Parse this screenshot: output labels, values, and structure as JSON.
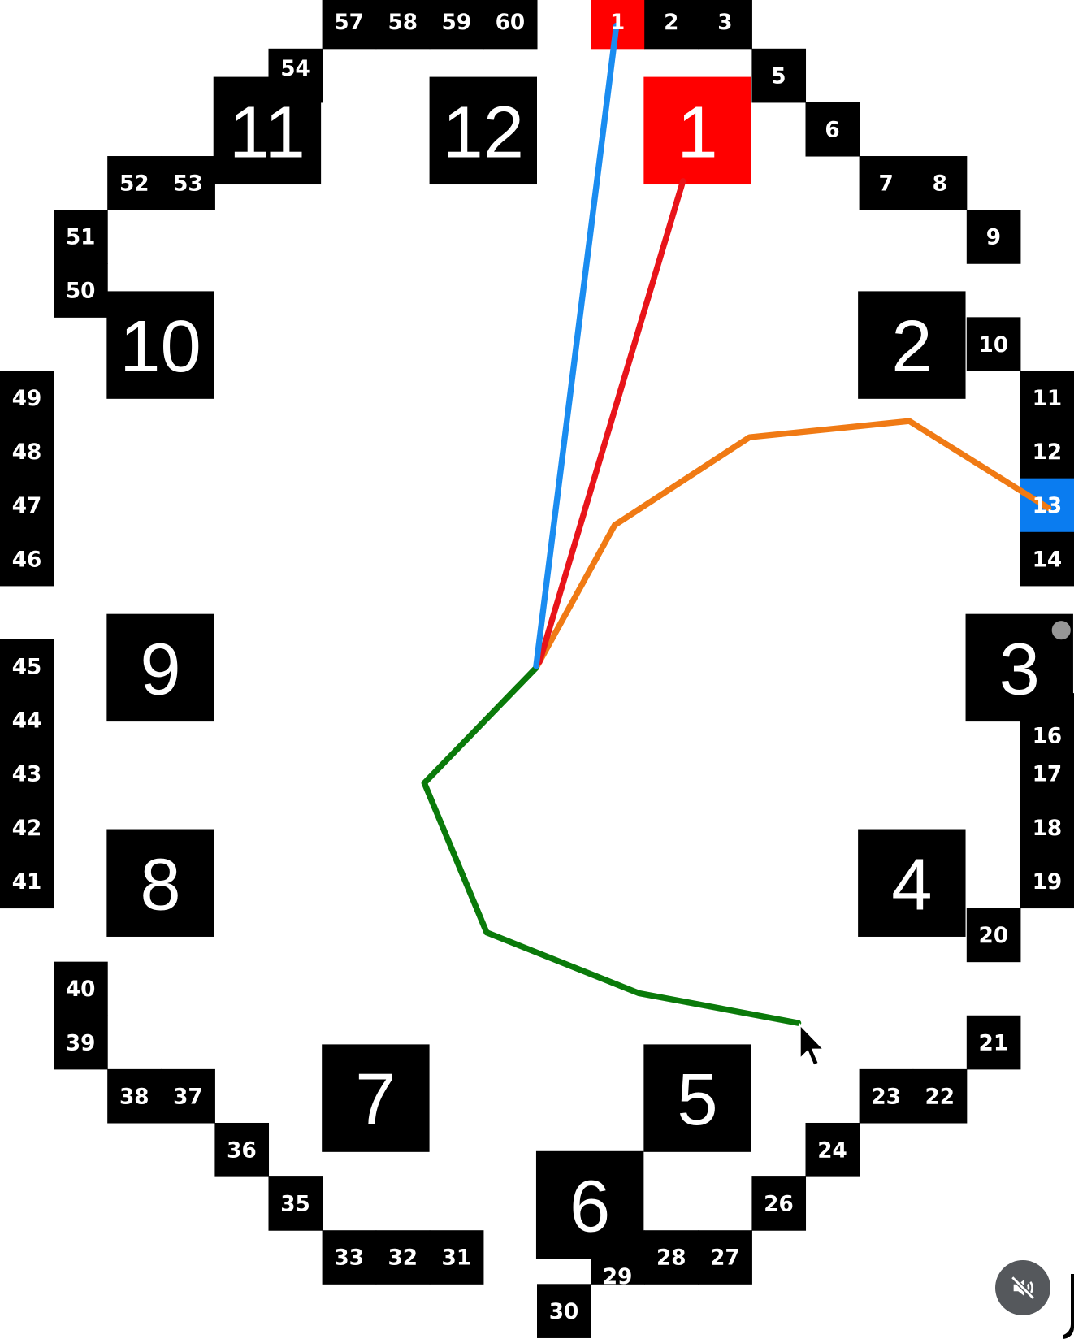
{
  "minutes": [
    "1",
    "2",
    "3",
    "5",
    "6",
    "7",
    "8",
    "9",
    "10",
    "11",
    "12",
    "13",
    "14",
    "16",
    "17",
    "18",
    "19",
    "20",
    "21",
    "22",
    "23",
    "24",
    "26",
    "27",
    "28",
    "29",
    "30",
    "31",
    "32",
    "33",
    "35",
    "36",
    "37",
    "38",
    "39",
    "40",
    "41",
    "42",
    "43",
    "44",
    "45",
    "46",
    "47",
    "48",
    "49",
    "50",
    "51",
    "52",
    "53",
    "54",
    "57",
    "58",
    "59",
    "60"
  ],
  "hours": [
    "11",
    "12",
    "1",
    "10",
    "2",
    "9",
    "3",
    "8",
    "4",
    "7",
    "6",
    "5"
  ],
  "highlighted_hour": "1",
  "highlighted_minute": "1",
  "cursor_minute": "13",
  "colors": {
    "tile": "#000000",
    "hour_highlight": "#ff0000",
    "minute_highlight": "#ff0000",
    "cursor_highlight": "#0a7cf0",
    "minute_hand": "#1a8cf0",
    "hour_hand": "#e8141a",
    "orange_stroke": "#f07a14",
    "green_stroke": "#0a7a0a"
  },
  "controls": {
    "mute_icon": "speaker-muted-icon"
  }
}
